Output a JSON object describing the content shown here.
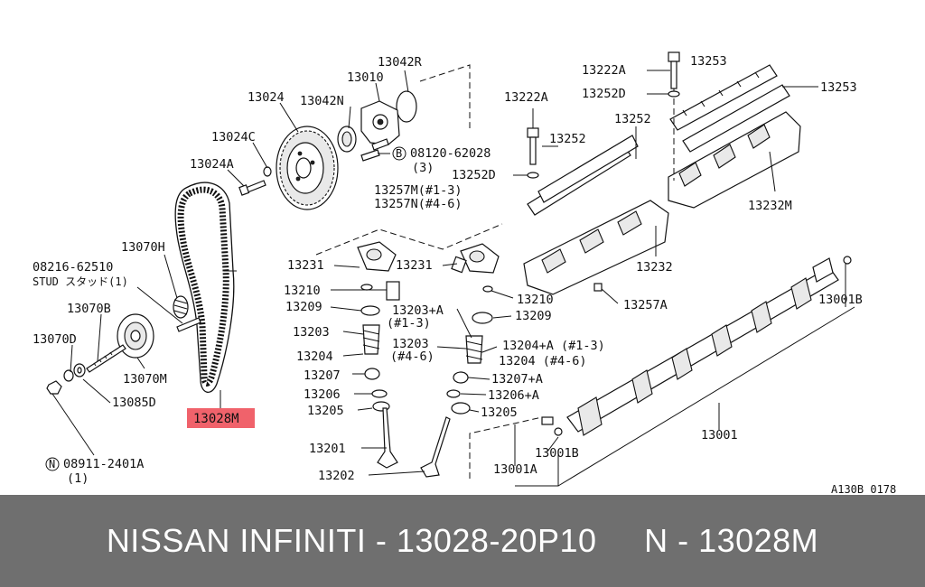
{
  "diagram": {
    "part_labels": {
      "p13042R": "13042R",
      "p13010": "13010",
      "p13024": "13024",
      "p13042N": "13042N",
      "p13024C": "13024C",
      "p13024A": "13024A",
      "bolt_b_code": "08120-62028",
      "bolt_b_qty": "(3)",
      "p13070H": "13070H",
      "stud_code": "08216-62510",
      "stud_desc": "STUD スタッド(1)",
      "p13070B": "13070B",
      "p13070D": "13070D",
      "p13070M": "13070M",
      "p13085D": "13085D",
      "p13028M": "13028M",
      "nut_n_code": "08911-2401A",
      "nut_n_qty": "(1)",
      "p13222A_top": "13222A",
      "p13253_top": "13253",
      "p13252D_top": "13252D",
      "p13253_right": "13253",
      "p13222A_mid": "13222A",
      "p13252_right": "13252",
      "p13252_mid": "13252",
      "p13252D_mid": "13252D",
      "p13232M": "13232M",
      "p13257M": "13257M(#1-3)",
      "p13257N": "13257N(#4-6)",
      "p13231_left": "13231",
      "p13231_mid": "13231",
      "p13232": "13232",
      "p13210_left": "13210",
      "p13210_right": "13210",
      "p13257A": "13257A",
      "p13001B_right": "13001B",
      "p13209_left": "13209",
      "p13203A": "13203+A",
      "p13203A_sub": "(#1-3)",
      "p13209_right": "13209",
      "p13203_left": "13203",
      "p13203_mid": "13203",
      "p13203_mid_sub": "(#4-6)",
      "p13204A": "13204+A (#1-3)",
      "p13204_mid": "13204 (#4-6)",
      "p13204_left": "13204",
      "p13207_left": "13207",
      "p13207A": "13207+A",
      "p13206_left": "13206",
      "p13206A": "13206+A",
      "p13205_left": "13205",
      "p13205_right": "13205",
      "p13001": "13001",
      "p13201": "13201",
      "p13001B_bottom": "13001B",
      "p13001A": "13001A",
      "p13202": "13202",
      "diagram_code": "A130B 0178",
      "circle_b": "B",
      "circle_n": "N"
    }
  },
  "footer": {
    "brand": "NISSAN INFINITI",
    "separator": " - ",
    "part_number": "13028-20P10",
    "ref_prefix": "N - ",
    "ref_part": "13028M"
  },
  "colors": {
    "highlight": "#f0626b",
    "footer_bg": "#6f6f6f",
    "footer_text": "#ffffff"
  }
}
